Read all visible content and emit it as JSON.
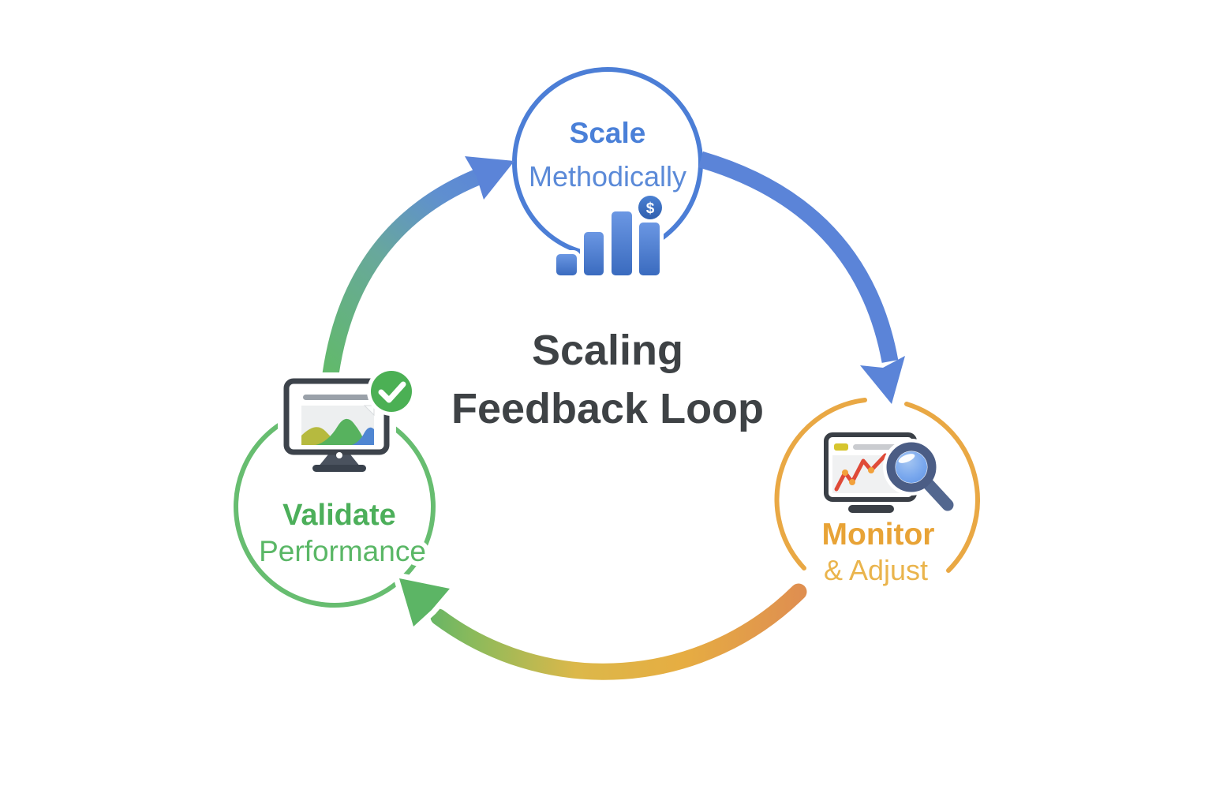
{
  "title": {
    "line1": "Scaling",
    "line2": "Feedback Loop",
    "color": "#3e4245"
  },
  "nodes": {
    "scale": {
      "line1": "Scale",
      "line2": "Methodically",
      "accent": "#4c7ed6",
      "text_bold_color": "#4a80d8",
      "text_light_color": "#5b8ad8",
      "icon": "bar-chart-dollar-icon",
      "badge_symbol": "$"
    },
    "monitor": {
      "line1": "Monitor",
      "line2": "& Adjust",
      "accent": "#e9a844",
      "text_bold_color": "#e8a336",
      "text_light_color": "#eab44c",
      "icon": "analytics-magnifier-icon"
    },
    "validate": {
      "line1": "Validate",
      "line2": "Performance",
      "accent": "#67bd70",
      "text_bold_color": "#4caf5a",
      "text_light_color": "#5ab766",
      "icon": "monitor-checkmark-icon"
    }
  },
  "arrows": {
    "validate_to_scale": {
      "gradient": [
        "#62b96c",
        "#5b84d8"
      ]
    },
    "scale_to_monitor": {
      "color": "#5b84d8"
    },
    "monitor_to_validate": {
      "gradient": [
        "#df8f50",
        "#e6ad42",
        "#5eb468"
      ]
    }
  },
  "palette": {
    "background": "#ffffff",
    "bar_blue_top": "#6b97e3",
    "bar_blue_bottom": "#3a6bbf",
    "dollar_badge": "#3b6fc6",
    "monitor_frame": "#3d434b",
    "chart_line_red": "#df4a38",
    "chart_dot_orange": "#f2a13c",
    "magnifier_ring": "#4b5d85",
    "magnifier_lens": "#7ba9ee",
    "check_badge_green": "#4bb054",
    "hill_olive": "#b6ba3f",
    "hill_green": "#57b25e",
    "hill_blue": "#4f86d2"
  }
}
